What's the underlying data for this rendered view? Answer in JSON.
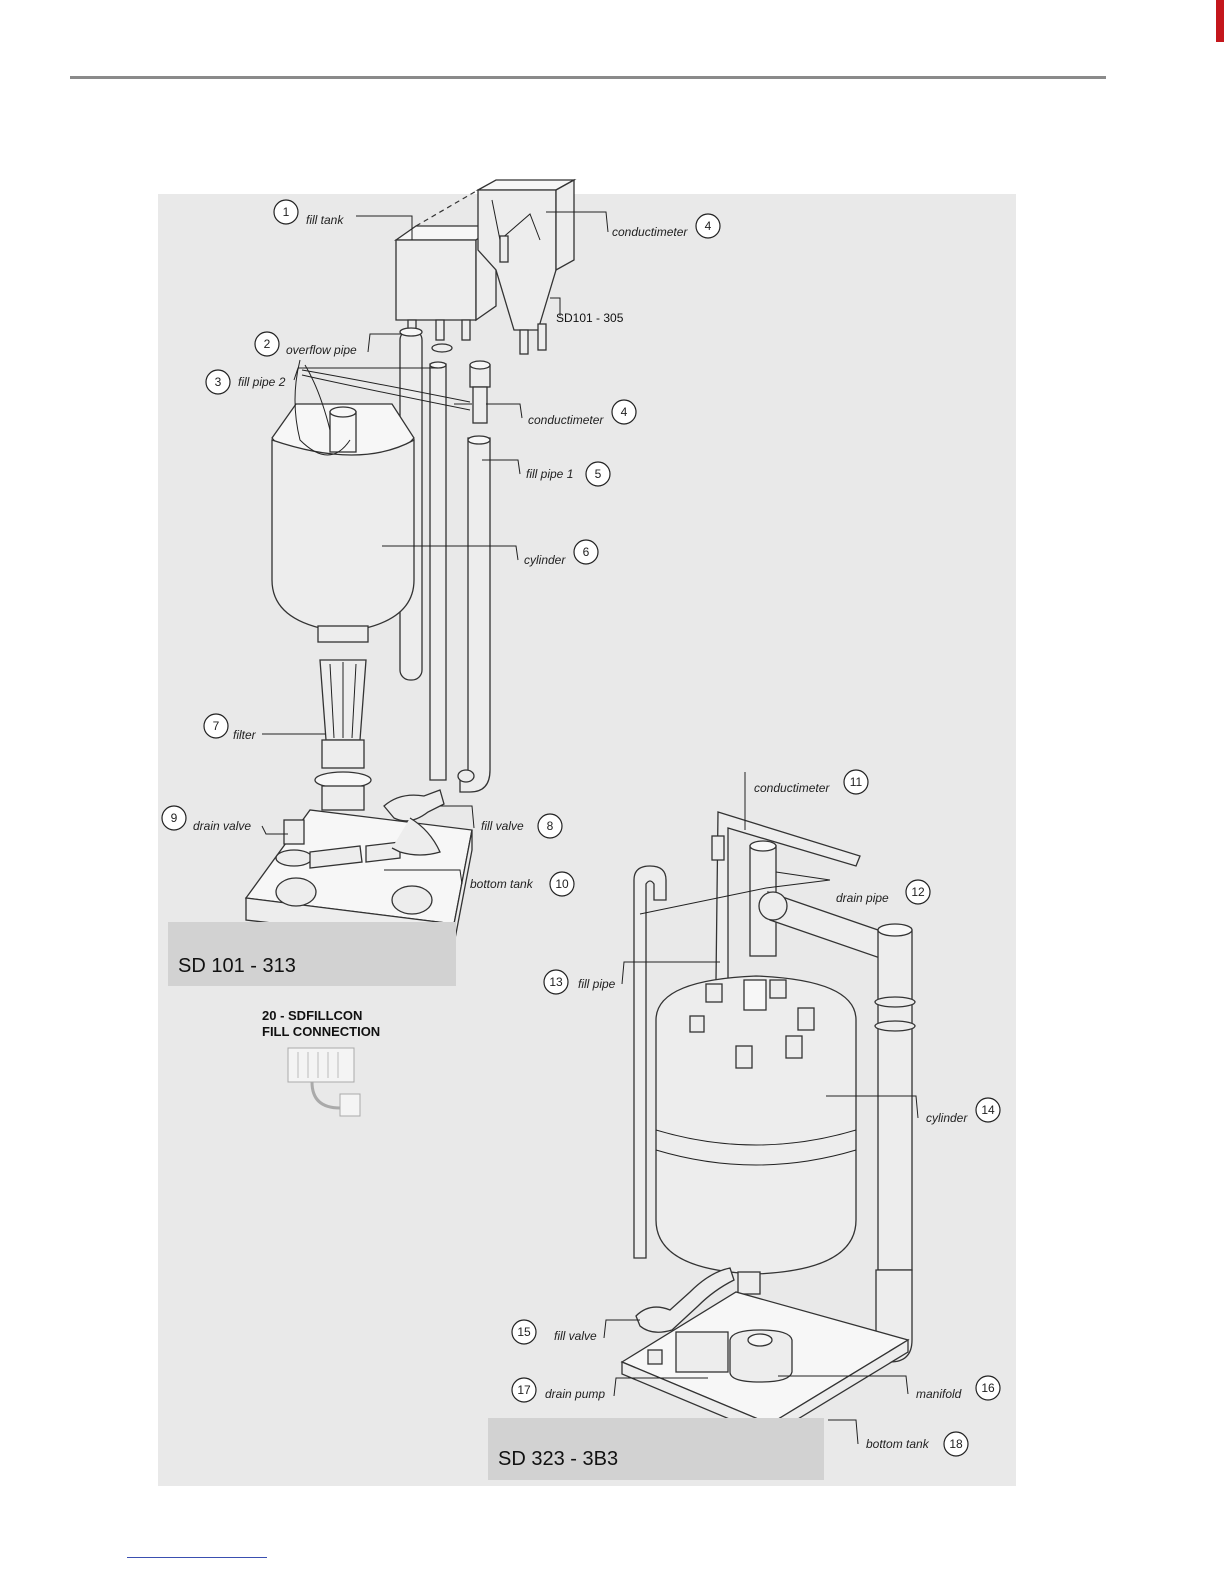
{
  "diagram_a": {
    "model_label": "SD 101 - 313",
    "variant_label": "SD101 - 305",
    "callouts": [
      {
        "num": "1",
        "label": "fill tank"
      },
      {
        "num": "2",
        "label": "overflow pipe"
      },
      {
        "num": "3",
        "label": "fill pipe 2"
      },
      {
        "num": "4",
        "label": "conductimeter"
      },
      {
        "num": "4",
        "label": "conductimeter"
      },
      {
        "num": "5",
        "label": "fill pipe 1"
      },
      {
        "num": "6",
        "label": "cylinder"
      },
      {
        "num": "7",
        "label": "filter"
      },
      {
        "num": "8",
        "label": "fill valve"
      },
      {
        "num": "9",
        "label": "drain valve"
      },
      {
        "num": "10",
        "label": "bottom tank"
      }
    ]
  },
  "accessory": {
    "line1": "20 -  SDFILLCON",
    "line2": "FILL CONNECTION"
  },
  "diagram_b": {
    "model_label": "SD 323 - 3B3",
    "callouts": [
      {
        "num": "11",
        "label": "conductimeter"
      },
      {
        "num": "12",
        "label": "drain pipe"
      },
      {
        "num": "13",
        "label": "fill pipe"
      },
      {
        "num": "14",
        "label": "cylinder"
      },
      {
        "num": "15",
        "label": "fill valve"
      },
      {
        "num": "16",
        "label": "manifold"
      },
      {
        "num": "17",
        "label": "drain pump"
      },
      {
        "num": "18",
        "label": "bottom tank"
      }
    ]
  },
  "colors": {
    "panel": "#e9e9e9",
    "label_box": "#d2d2d2",
    "rule": "#8a8a8a",
    "tab": "#c4161c"
  }
}
